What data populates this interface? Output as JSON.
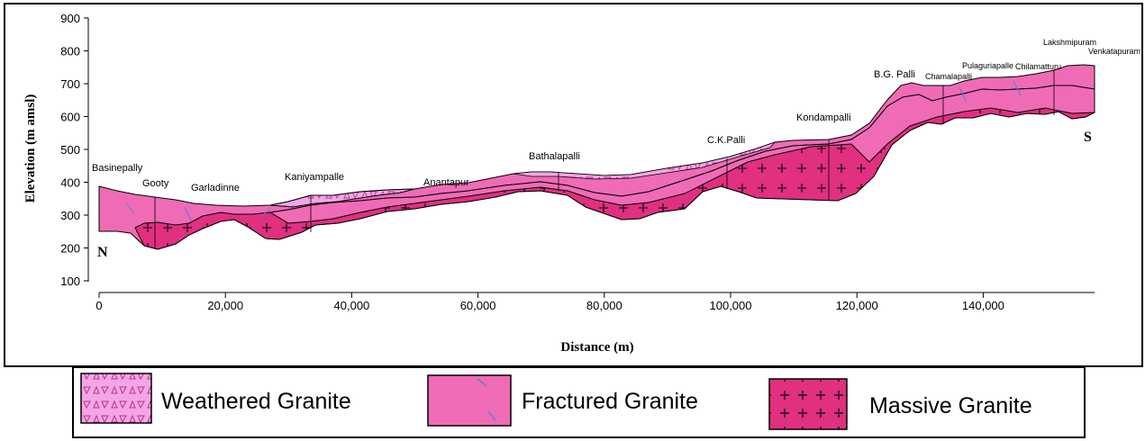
{
  "axes": {
    "ylabel": "Elevation (m amsl)",
    "xlabel": "Distance (m)",
    "y_ticks": [
      "900",
      "800",
      "700",
      "600",
      "500",
      "400",
      "300",
      "200",
      "100"
    ],
    "x_ticks": [
      "0",
      "20,000",
      "40,000",
      "60,000",
      "80,000",
      "100,000",
      "120,000",
      "140,000"
    ]
  },
  "directions": {
    "north": "N",
    "south": "S"
  },
  "places": {
    "basinepally": "Basinepally",
    "gooty": "Gooty",
    "garladinne": "Garladinne",
    "kaniyampalle": "Kaniyampalle",
    "anantapur": "Anantapur",
    "bathalapalli": "Bathalapalli",
    "ckpalli": "C.K.Palli",
    "kondampalli": "Kondampalli",
    "bgpalli": "B.G. Palli",
    "chamalapalli": "Chamalapalli",
    "pulaguriapalle": "Pulaguriapalle",
    "chilamatturu": "Chilamatturu",
    "lakshmipuram": "Lakshmipuram",
    "venkatapuram": "Venkatapuram"
  },
  "legend": {
    "weathered": "Weathered Granite",
    "fractured": "Fractured Granite",
    "massive": "Massive Granite"
  },
  "colors": {
    "weathered": "#f2a6e6",
    "fractured": "#f06bb6",
    "massive": "#e0307f",
    "outline": "#000000"
  }
}
